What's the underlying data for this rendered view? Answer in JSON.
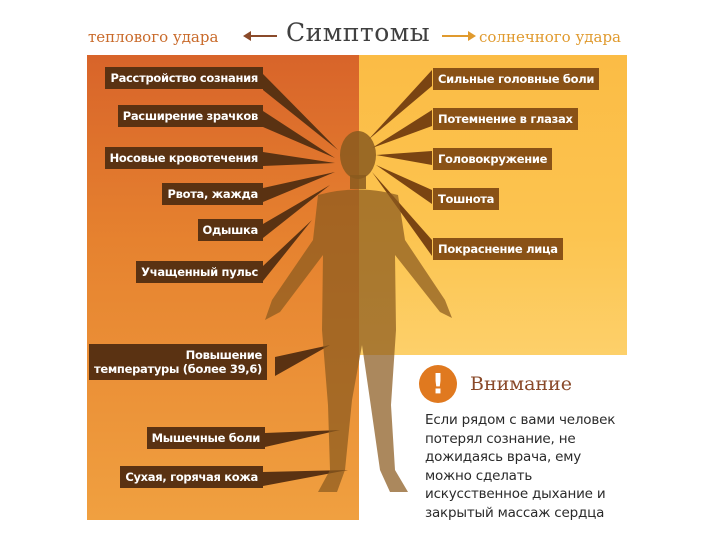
{
  "header": {
    "title": "Симптомы",
    "left_caption": "теплового удара",
    "right_caption": "солнечного удара"
  },
  "heat_stroke_symptoms": [
    "Расстройство сознания",
    "Расширение зрачков",
    "Носовые кровотечения",
    "Рвота, жажда",
    "Одышка",
    "Учащенный пульс",
    [
      "Повышение",
      "температуры (более 39,6)"
    ],
    "Мышечные боли",
    "Сухая, горячая кожа"
  ],
  "sunstroke_symptoms": [
    "Сильные головные боли",
    "Потемнение в глазах",
    "Головокружение",
    "Тошнота",
    "Покраснение лица"
  ],
  "warning": {
    "icon": "exclamation-icon",
    "symbol": "!",
    "title": "Внимание",
    "lines": [
      "Если рядом с вами человек",
      "потерял сознание, не",
      "дожидаясь врача, ему",
      "можно сделать",
      "искусственное дыхание и",
      "закрытый массаж сердца"
    ]
  },
  "colors": {
    "left_panel_top": "#d8642a",
    "left_panel_bottom": "#f0a040",
    "right_panel": "#fbbc45",
    "label_dark": "#5a3212",
    "label_right": "#8a5216",
    "silhouette": "#8a5a1e",
    "accent": "#e0791f"
  }
}
